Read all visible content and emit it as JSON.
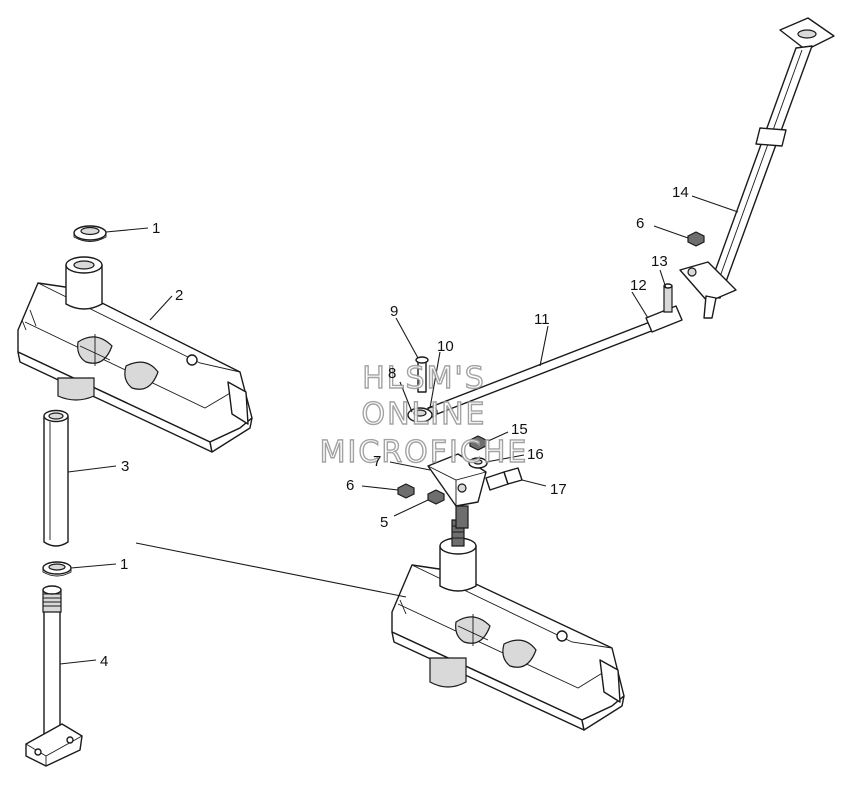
{
  "watermark": {
    "lines": [
      "HLSM'S",
      "ONLINE",
      "MICROFICHE"
    ]
  },
  "callouts": {
    "c1a": "1",
    "c1b": "1",
    "c2": "2",
    "c3": "3",
    "c4": "4",
    "c5": "5",
    "c6a": "6",
    "c6b": "6",
    "c7": "7",
    "c8": "8",
    "c9": "9",
    "c10": "10",
    "c11": "11",
    "c12": "12",
    "c13": "13",
    "c14": "14",
    "c15": "15",
    "c16": "16",
    "c17": "17"
  }
}
